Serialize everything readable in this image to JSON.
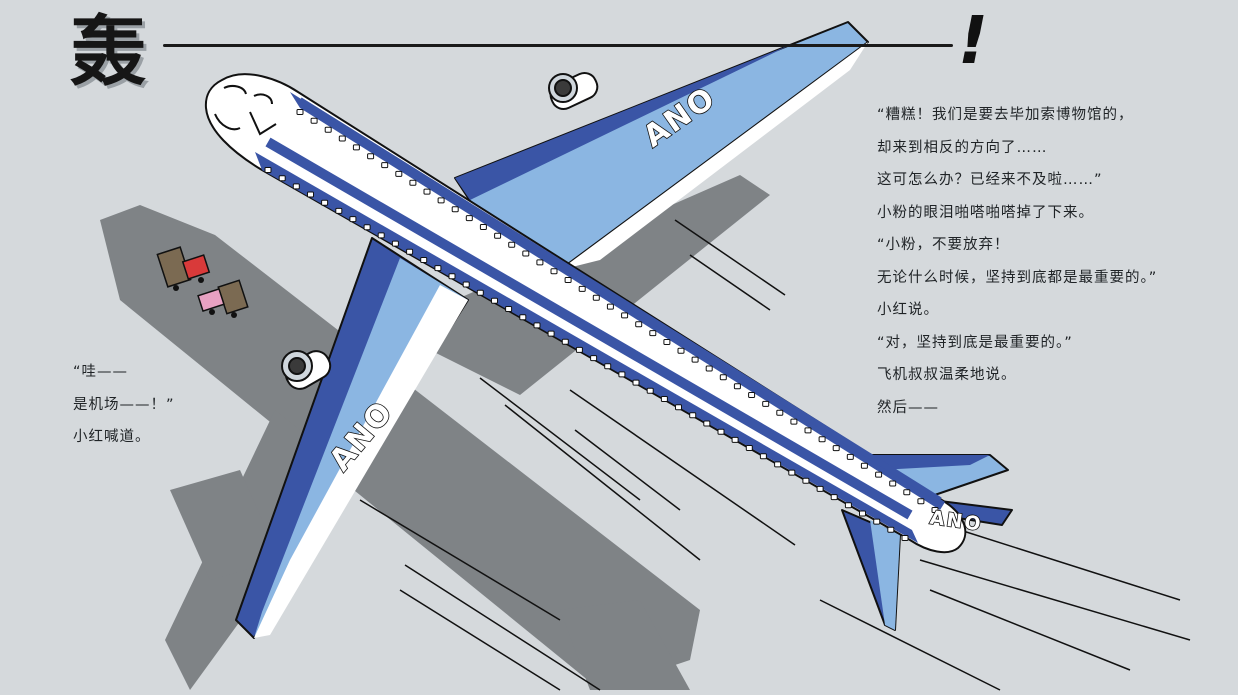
{
  "title": {
    "sound_word": "轰",
    "exclaim": "!"
  },
  "airline_mark": "ANO",
  "narration_right": [
    "“糟糕！我们是要去毕加索博物馆的，",
    "却来到相反的方向了……",
    "这可怎么办？已经来不及啦……”",
    "小粉的眼泪啪嗒啪嗒掉了下来。",
    "“小粉，不要放弃！",
    "无论什么时候，坚持到底都是最重要的。”",
    "小红说。",
    "“对，坚持到底是最重要的。”",
    "飞机叔叔温柔地说。",
    "然后——"
  ],
  "narration_left": [
    "“哇——",
    "是机场——！”",
    "小红喊道。"
  ],
  "colors": {
    "background": "#d5d9dc",
    "shadow": "#7f8386",
    "plane_dark_blue": "#3a55a6",
    "plane_light_blue": "#8bb6e2",
    "plane_white": "#ffffff",
    "outline": "#111111"
  }
}
